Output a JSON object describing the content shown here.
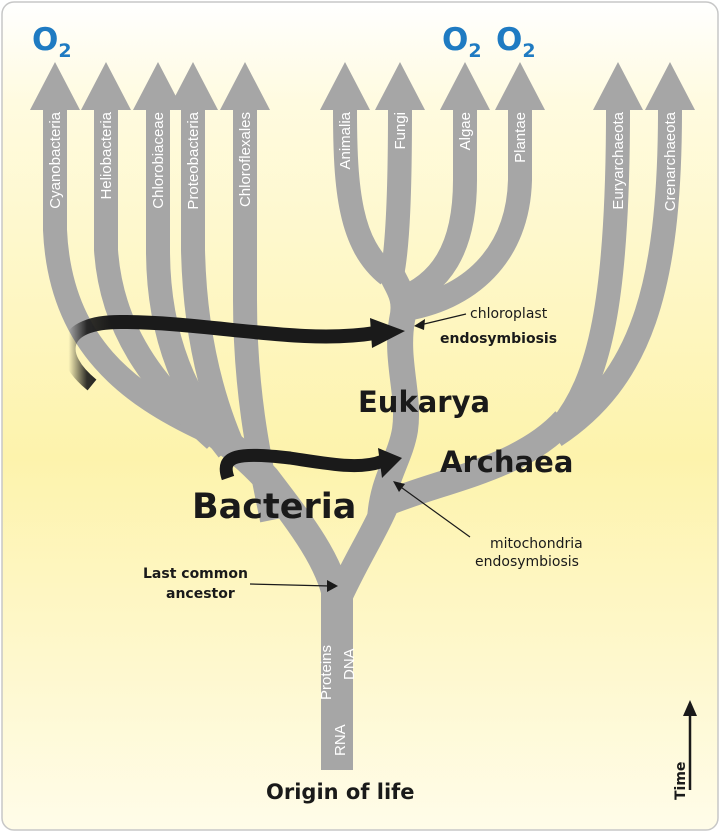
{
  "groups": {
    "bacteria": [
      "Cyanobacteria",
      "Heliobacteria",
      "Chlorobiaceae",
      "Proteobacteria",
      "Chloroflexales"
    ],
    "eukarya": [
      "Animalia",
      "Fungi",
      "Algae",
      "Plantae"
    ],
    "archaea": [
      "Euryarchaeota",
      "Crenarchaeota"
    ]
  },
  "oxygen": {
    "main": "O",
    "sub": "2"
  },
  "domains": {
    "eukarya": "Eukarya",
    "archaea": "Archaea",
    "bacteria": "Bacteria"
  },
  "trunk_labels": {
    "rna": "RNA",
    "proteins": "Proteins",
    "dna": "DNA"
  },
  "annotations": {
    "chloroplast_line1": "chloroplast",
    "chloroplast_line2": "endosymbiosis",
    "mitochondria_line1": "mitochondria",
    "mitochondria_line2": "endosymbiosis",
    "lca_line1": "Last common",
    "lca_line2": "ancestor",
    "origin": "Origin of life",
    "time": "Time"
  },
  "colors": {
    "branch": "#a6a6a6",
    "oxygen": "#1f7bc2",
    "arrow": "#1a1a1a",
    "bg_top": "#fbf1a8",
    "bg_bottom": "#fffce6"
  }
}
